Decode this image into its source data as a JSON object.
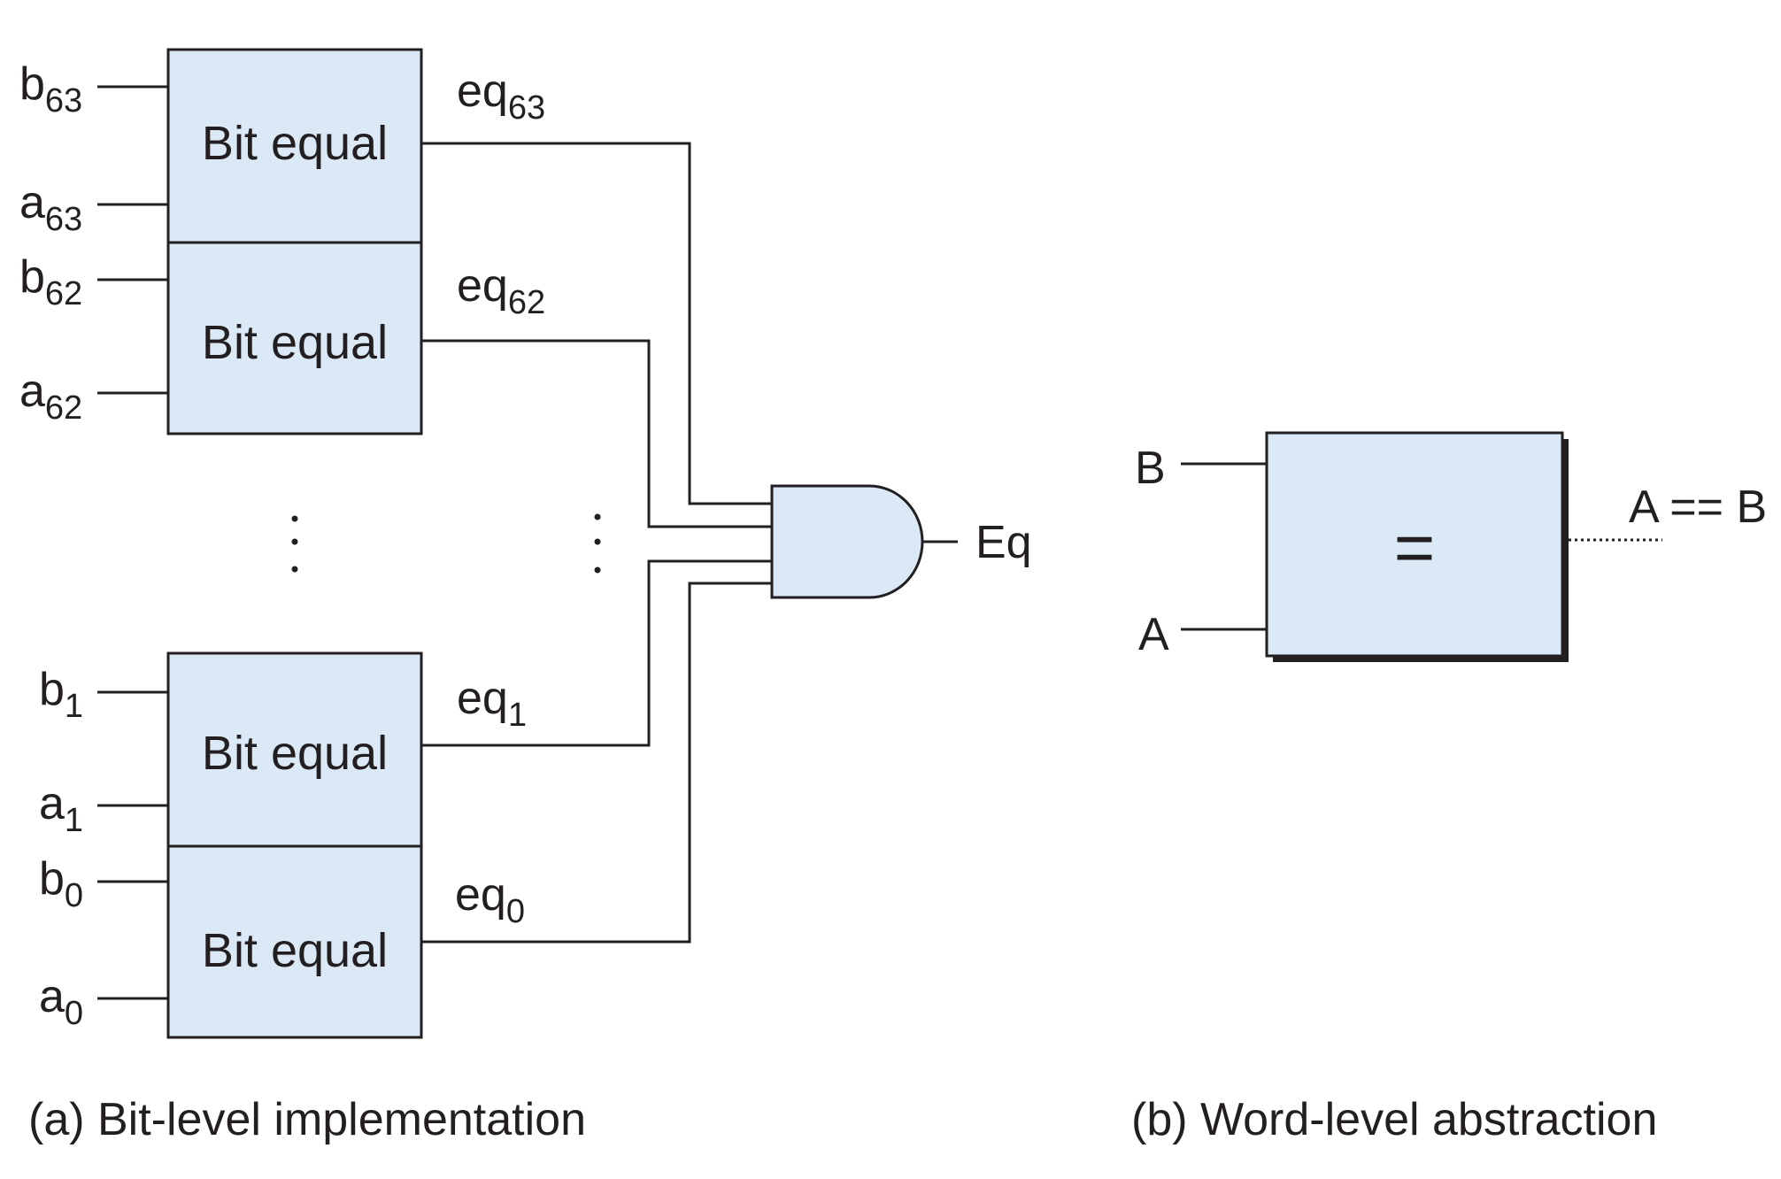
{
  "panel_a": {
    "caption": "(a) Bit-level implementation",
    "blocks": [
      {
        "label": "Bit equal",
        "b": "b",
        "b_sub": "63",
        "a": "a",
        "a_sub": "63",
        "out": "eq",
        "out_sub": "63"
      },
      {
        "label": "Bit equal",
        "b": "b",
        "b_sub": "62",
        "a": "a",
        "a_sub": "62",
        "out": "eq",
        "out_sub": "62"
      },
      {
        "label": "Bit equal",
        "b": "b",
        "b_sub": "1",
        "a": "a",
        "a_sub": "1",
        "out": "eq",
        "out_sub": "1"
      },
      {
        "label": "Bit equal",
        "b": "b",
        "b_sub": "0",
        "a": "a",
        "a_sub": "0",
        "out": "eq",
        "out_sub": "0"
      }
    ],
    "gate_output": "Eq"
  },
  "panel_b": {
    "caption": "(b) Word-level abstraction",
    "input_b": "B",
    "input_a": "A",
    "symbol": "=",
    "output": "A == B"
  },
  "colors": {
    "block_fill": "#dbe9f7",
    "line": "#231f20"
  }
}
